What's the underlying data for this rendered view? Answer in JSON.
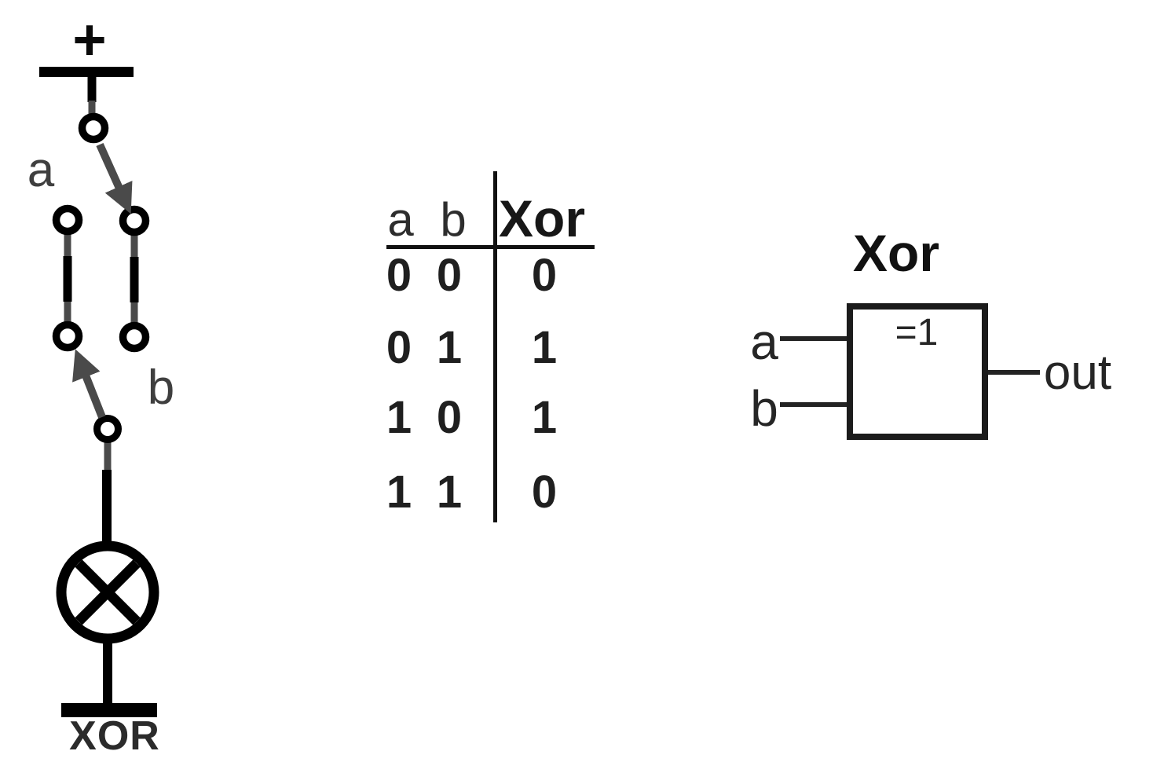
{
  "palette": {
    "wire_black": "#000000",
    "switch_arm_gray": "#4a4a4a",
    "circuit_label_gray": "#3f3f3f",
    "table_text_dark": "#1f1f1f",
    "gate_line_dark": "#1b1b1b",
    "background": "#ffffff"
  },
  "switch_circuit": {
    "battery_plus_label": "+",
    "switch_a_label": "a",
    "switch_b_label": "b",
    "caption": "XOR"
  },
  "truth_table": {
    "headers": [
      "a",
      "b",
      "Xor"
    ],
    "rows": [
      [
        "0",
        "0",
        "0"
      ],
      [
        "0",
        "1",
        "1"
      ],
      [
        "1",
        "0",
        "1"
      ],
      [
        "1",
        "1",
        "0"
      ]
    ]
  },
  "gate_symbol": {
    "title": "Xor",
    "iec_label": "=1",
    "inputs": [
      "a",
      "b"
    ],
    "output_label": "out"
  }
}
